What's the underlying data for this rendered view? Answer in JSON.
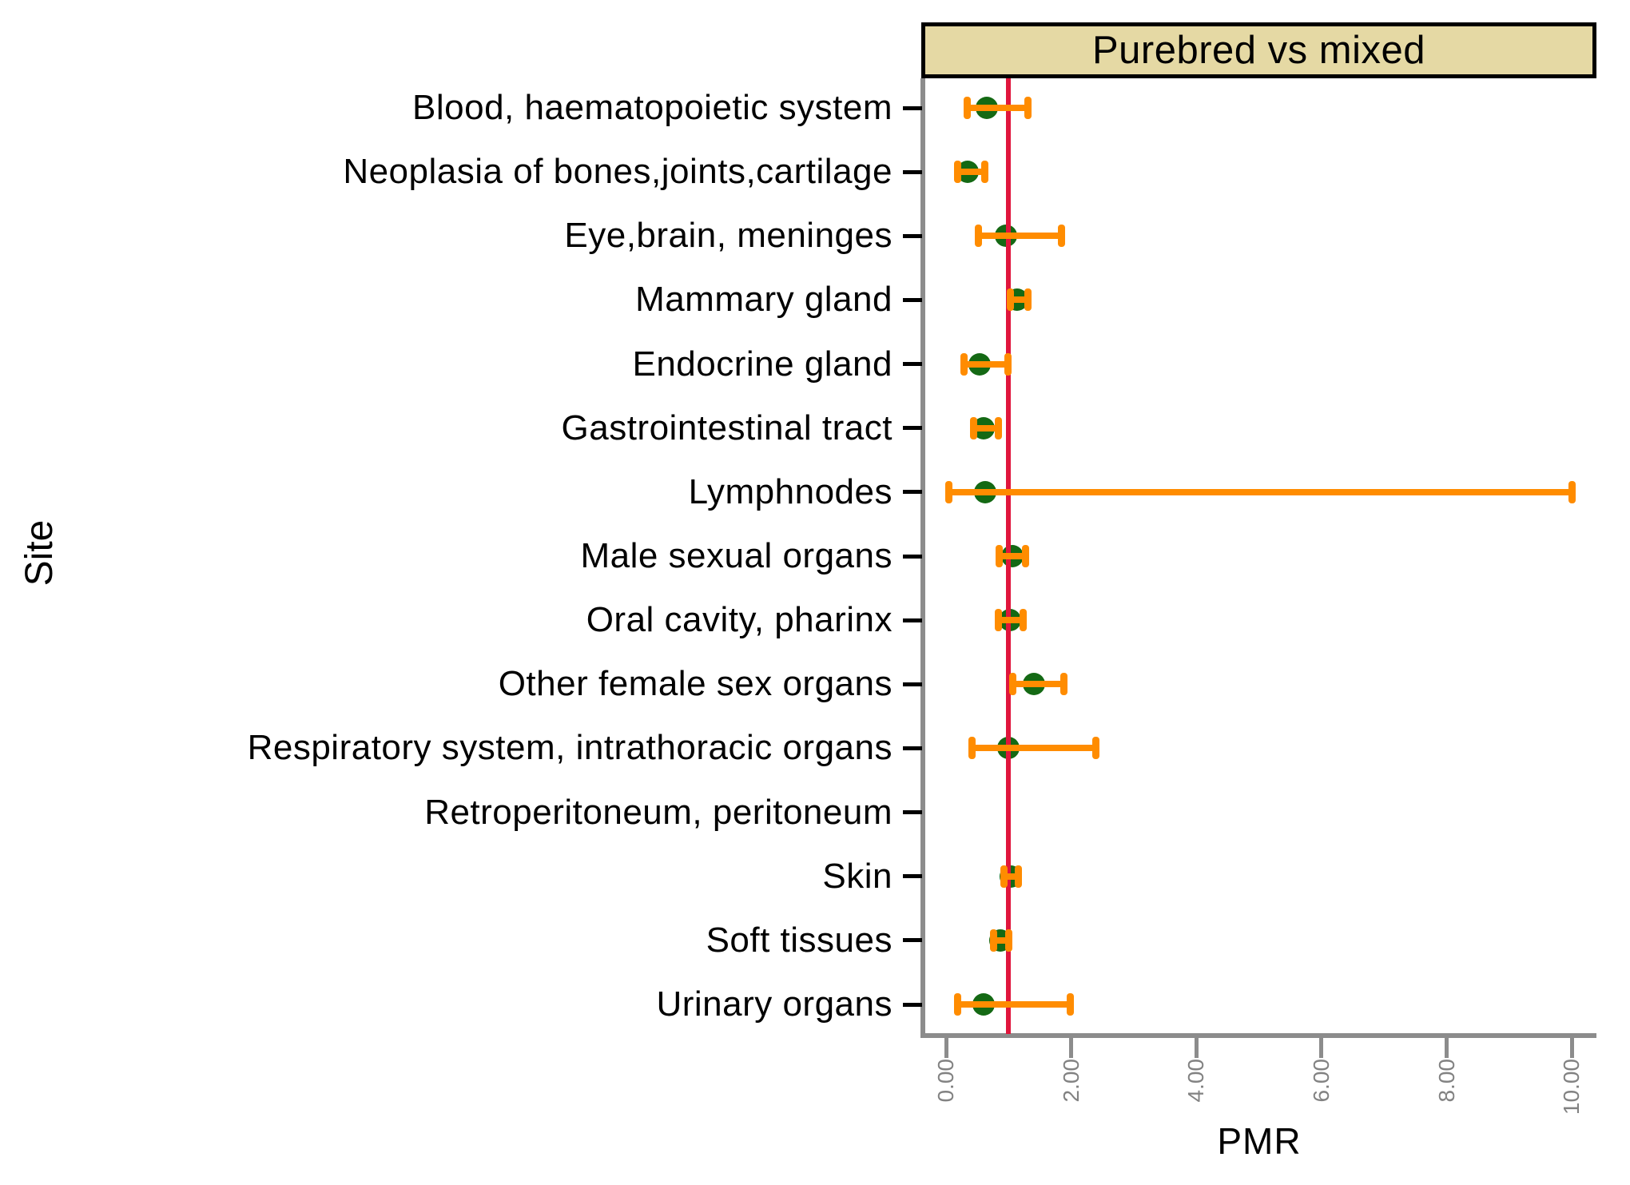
{
  "panel": {
    "title": "Purebred vs mixed"
  },
  "colors": {
    "point_green": "#146914",
    "error_bar_orange": "#ff8c00",
    "reference_line_red": "#e0153c",
    "panel_header_tan": "#e5d9a4",
    "axis_gray": "#8c8c8c",
    "tick_label_gray": "#828282",
    "text_black": "#000000"
  },
  "chart_data": {
    "type": "scatter",
    "subtype": "forest-plot-dot-with-error-bars",
    "title": "Purebred vs mixed",
    "xlabel": "PMR",
    "ylabel": "Site",
    "xlim": [
      0,
      10.4
    ],
    "x_ticks": [
      0,
      2,
      4,
      6,
      8,
      10
    ],
    "x_tick_labels": [
      "0.00",
      "2.00",
      "4.00",
      "6.00",
      "8.00",
      "10.00"
    ],
    "reference_line_x": 1.0,
    "grid": false,
    "legend": "none",
    "points": [
      {
        "site": "Blood, haematopoietic system",
        "pmr": 0.65,
        "ci_low": 0.34,
        "ci_high": 1.31
      },
      {
        "site": "Neoplasia of bones,joints,cartilage",
        "pmr": 0.34,
        "ci_low": 0.19,
        "ci_high": 0.62
      },
      {
        "site": "Eye,brain, meninges",
        "pmr": 0.96,
        "ci_low": 0.52,
        "ci_high": 1.84
      },
      {
        "site": "Mammary gland",
        "pmr": 1.14,
        "ci_low": 1.03,
        "ci_high": 1.31
      },
      {
        "site": "Endocrine gland",
        "pmr": 0.53,
        "ci_low": 0.29,
        "ci_high": 0.99
      },
      {
        "site": "Gastrointestinal tract",
        "pmr": 0.6,
        "ci_low": 0.44,
        "ci_high": 0.83
      },
      {
        "site": "Lymphnodes",
        "pmr": 0.62,
        "ci_low": 0.04,
        "ci_high": 10.0
      },
      {
        "site": "Male sexual organs",
        "pmr": 1.06,
        "ci_low": 0.85,
        "ci_high": 1.27
      },
      {
        "site": "Oral cavity, pharinx",
        "pmr": 1.02,
        "ci_low": 0.84,
        "ci_high": 1.23
      },
      {
        "site": "Other female sex organs",
        "pmr": 1.4,
        "ci_low": 1.06,
        "ci_high": 1.88
      },
      {
        "site": "Respiratory system, intrathoracic organs",
        "pmr": 1.0,
        "ci_low": 0.42,
        "ci_high": 2.4
      },
      {
        "site": "Retroperitoneum, peritoneum",
        "pmr": null,
        "ci_low": null,
        "ci_high": null
      },
      {
        "site": "Skin",
        "pmr": 1.04,
        "ci_low": 0.93,
        "ci_high": 1.16
      },
      {
        "site": "Soft tissues",
        "pmr": 0.87,
        "ci_low": 0.76,
        "ci_high": 1.0
      },
      {
        "site": "Urinary organs",
        "pmr": 0.6,
        "ci_low": 0.19,
        "ci_high": 1.98
      }
    ]
  }
}
